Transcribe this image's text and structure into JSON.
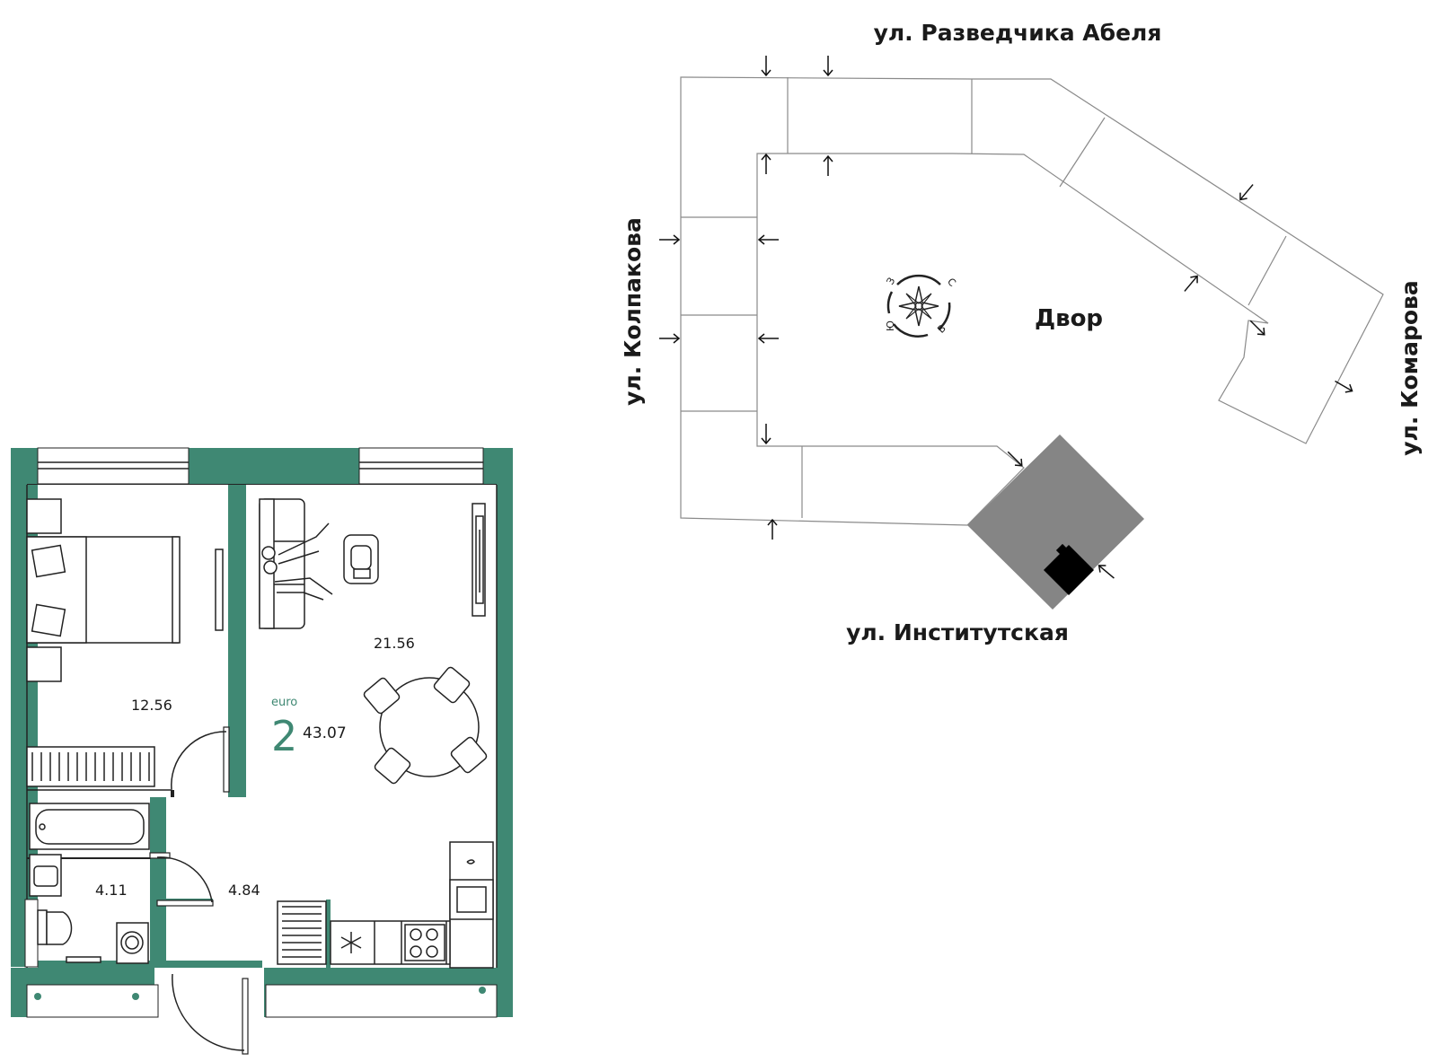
{
  "colors": {
    "wall": "#3f8873",
    "accent": "#3f8873",
    "section_highlight": "#858585",
    "apartment_marker": "#000000",
    "building_outline": "#8a8a8a"
  },
  "site_plan": {
    "streets": {
      "north": "ул. Разведчика Абеля",
      "west": "ул. Колпакова",
      "east": "ул. Комарова",
      "south": "ул. Институтская"
    },
    "yard_label": "Двор",
    "compass": {
      "n": "С",
      "e": "В",
      "s": "Ю",
      "w": "З"
    }
  },
  "floor_plan": {
    "apartment_type": "euro",
    "rooms_count": "2",
    "total_area": "43.07",
    "rooms": {
      "bedroom_area": "12.56",
      "living_kitchen_area": "21.56",
      "bathroom_area": "4.11",
      "hallway_area": "4.84"
    }
  }
}
